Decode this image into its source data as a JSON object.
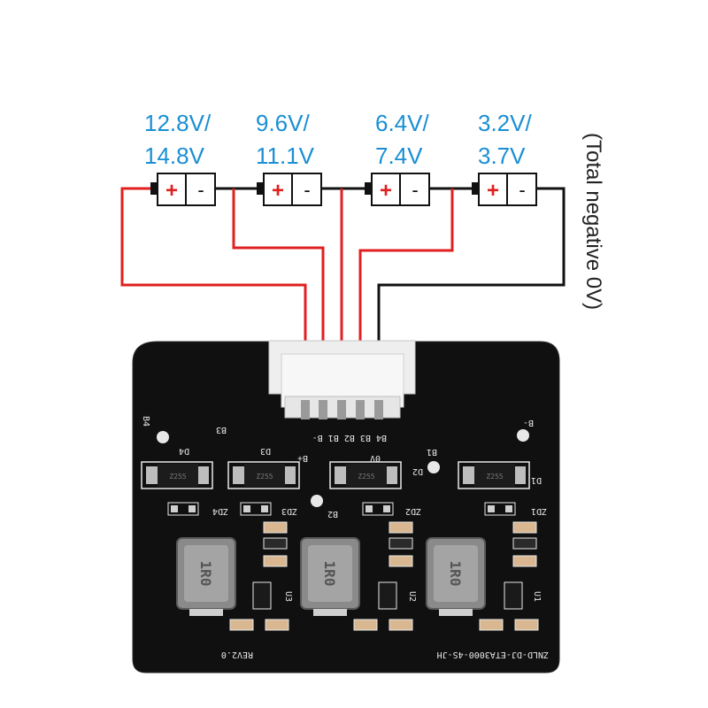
{
  "voltage_labels": [
    {
      "line1": "12.8V/",
      "line2": "14.8V"
    },
    {
      "line1": "9.6V/",
      "line2": "11.1V"
    },
    {
      "line1": "6.4V/",
      "line2": "7.4V"
    },
    {
      "line1": "3.2V/",
      "line2": "3.7V"
    }
  ],
  "negative_label": "(Total negative 0V)",
  "battery_plus": "+",
  "battery_minus": "-",
  "colors": {
    "wire_positive": "#e02020",
    "wire_negative": "#111111",
    "label": "#1a8fd4",
    "pcb": "#101010"
  },
  "pcb": {
    "connector_pins": "B4 B3 B2 B1 B-",
    "labels": {
      "b4": "B4",
      "b3": "B3",
      "b2": "B2",
      "b1": "B1",
      "bminus": "B-",
      "bplus": "B+",
      "zero_v": "0V",
      "d1": "D1",
      "d2": "D2",
      "d3": "D3",
      "d4": "D4",
      "zd1": "ZD1",
      "zd2": "ZD2",
      "zd3": "ZD3",
      "zd4": "ZD4",
      "u1": "U1",
      "u2": "U2",
      "u3": "U3",
      "inductor": "1R0",
      "diode_mark": "Z255",
      "board_name": "ZNLD-DJ-ETA3000-4S-JH",
      "revision": "REV2.0"
    }
  }
}
